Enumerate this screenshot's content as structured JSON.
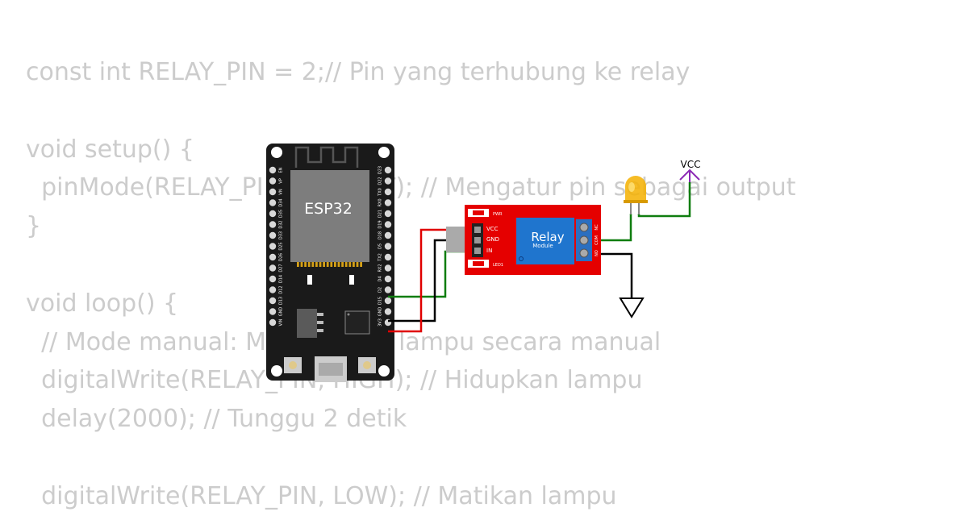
{
  "code_lines": [
    "const int RELAY_PIN = 2;// Pin yang terhubung ke relay",
    "",
    "void setup() {",
    "  pinMode(RELAY_PIN, OUTPUT); // Mengatur pin sebagai output",
    "}",
    "",
    "void loop() {",
    "  // Mode manual: Menyalakan lampu secara manual",
    "  digitalWrite(RELAY_PIN, HIGH); // Hidupkan lampu",
    "  delay(2000); // Tunggu 2 detik",
    "",
    "  digitalWrite(RELAY_PIN, LOW); // Matikan lampu"
  ],
  "esp32": {
    "chip_label": "ESP32",
    "left_pins": [
      "EN",
      "VP",
      "VN",
      "D34",
      "D35",
      "D32",
      "D33",
      "D25",
      "D26",
      "D27",
      "D14",
      "D12",
      "D13",
      "GND",
      "VIN"
    ],
    "right_pins": [
      "D23",
      "D22",
      "TX0",
      "RX0",
      "D21",
      "D19",
      "D18",
      "D5",
      "TX2",
      "RX2",
      "D4",
      "D2",
      "D15",
      "GND",
      "3V3"
    ]
  },
  "relay": {
    "title": "Relay",
    "subtitle": "Module",
    "pwr_label": "PWR",
    "led_label": "LED1",
    "pins": [
      "VCC",
      "GND",
      "IN"
    ],
    "terminals": [
      "NC",
      "COM",
      "NO"
    ]
  },
  "vcc_label": "VCC",
  "colors": {
    "code_text": "#cccccc",
    "board": "#1a1a1a",
    "chip": "#7d7d7d",
    "relay_board": "#e50000",
    "relay_body": "#1f75ce",
    "terminal_block": "#2b6fc0",
    "wire_green": "#0f7d0f",
    "wire_black": "#000000",
    "wire_red": "#e00000",
    "led": "#f5b000",
    "vcc_symbol": "#8c28b4"
  }
}
